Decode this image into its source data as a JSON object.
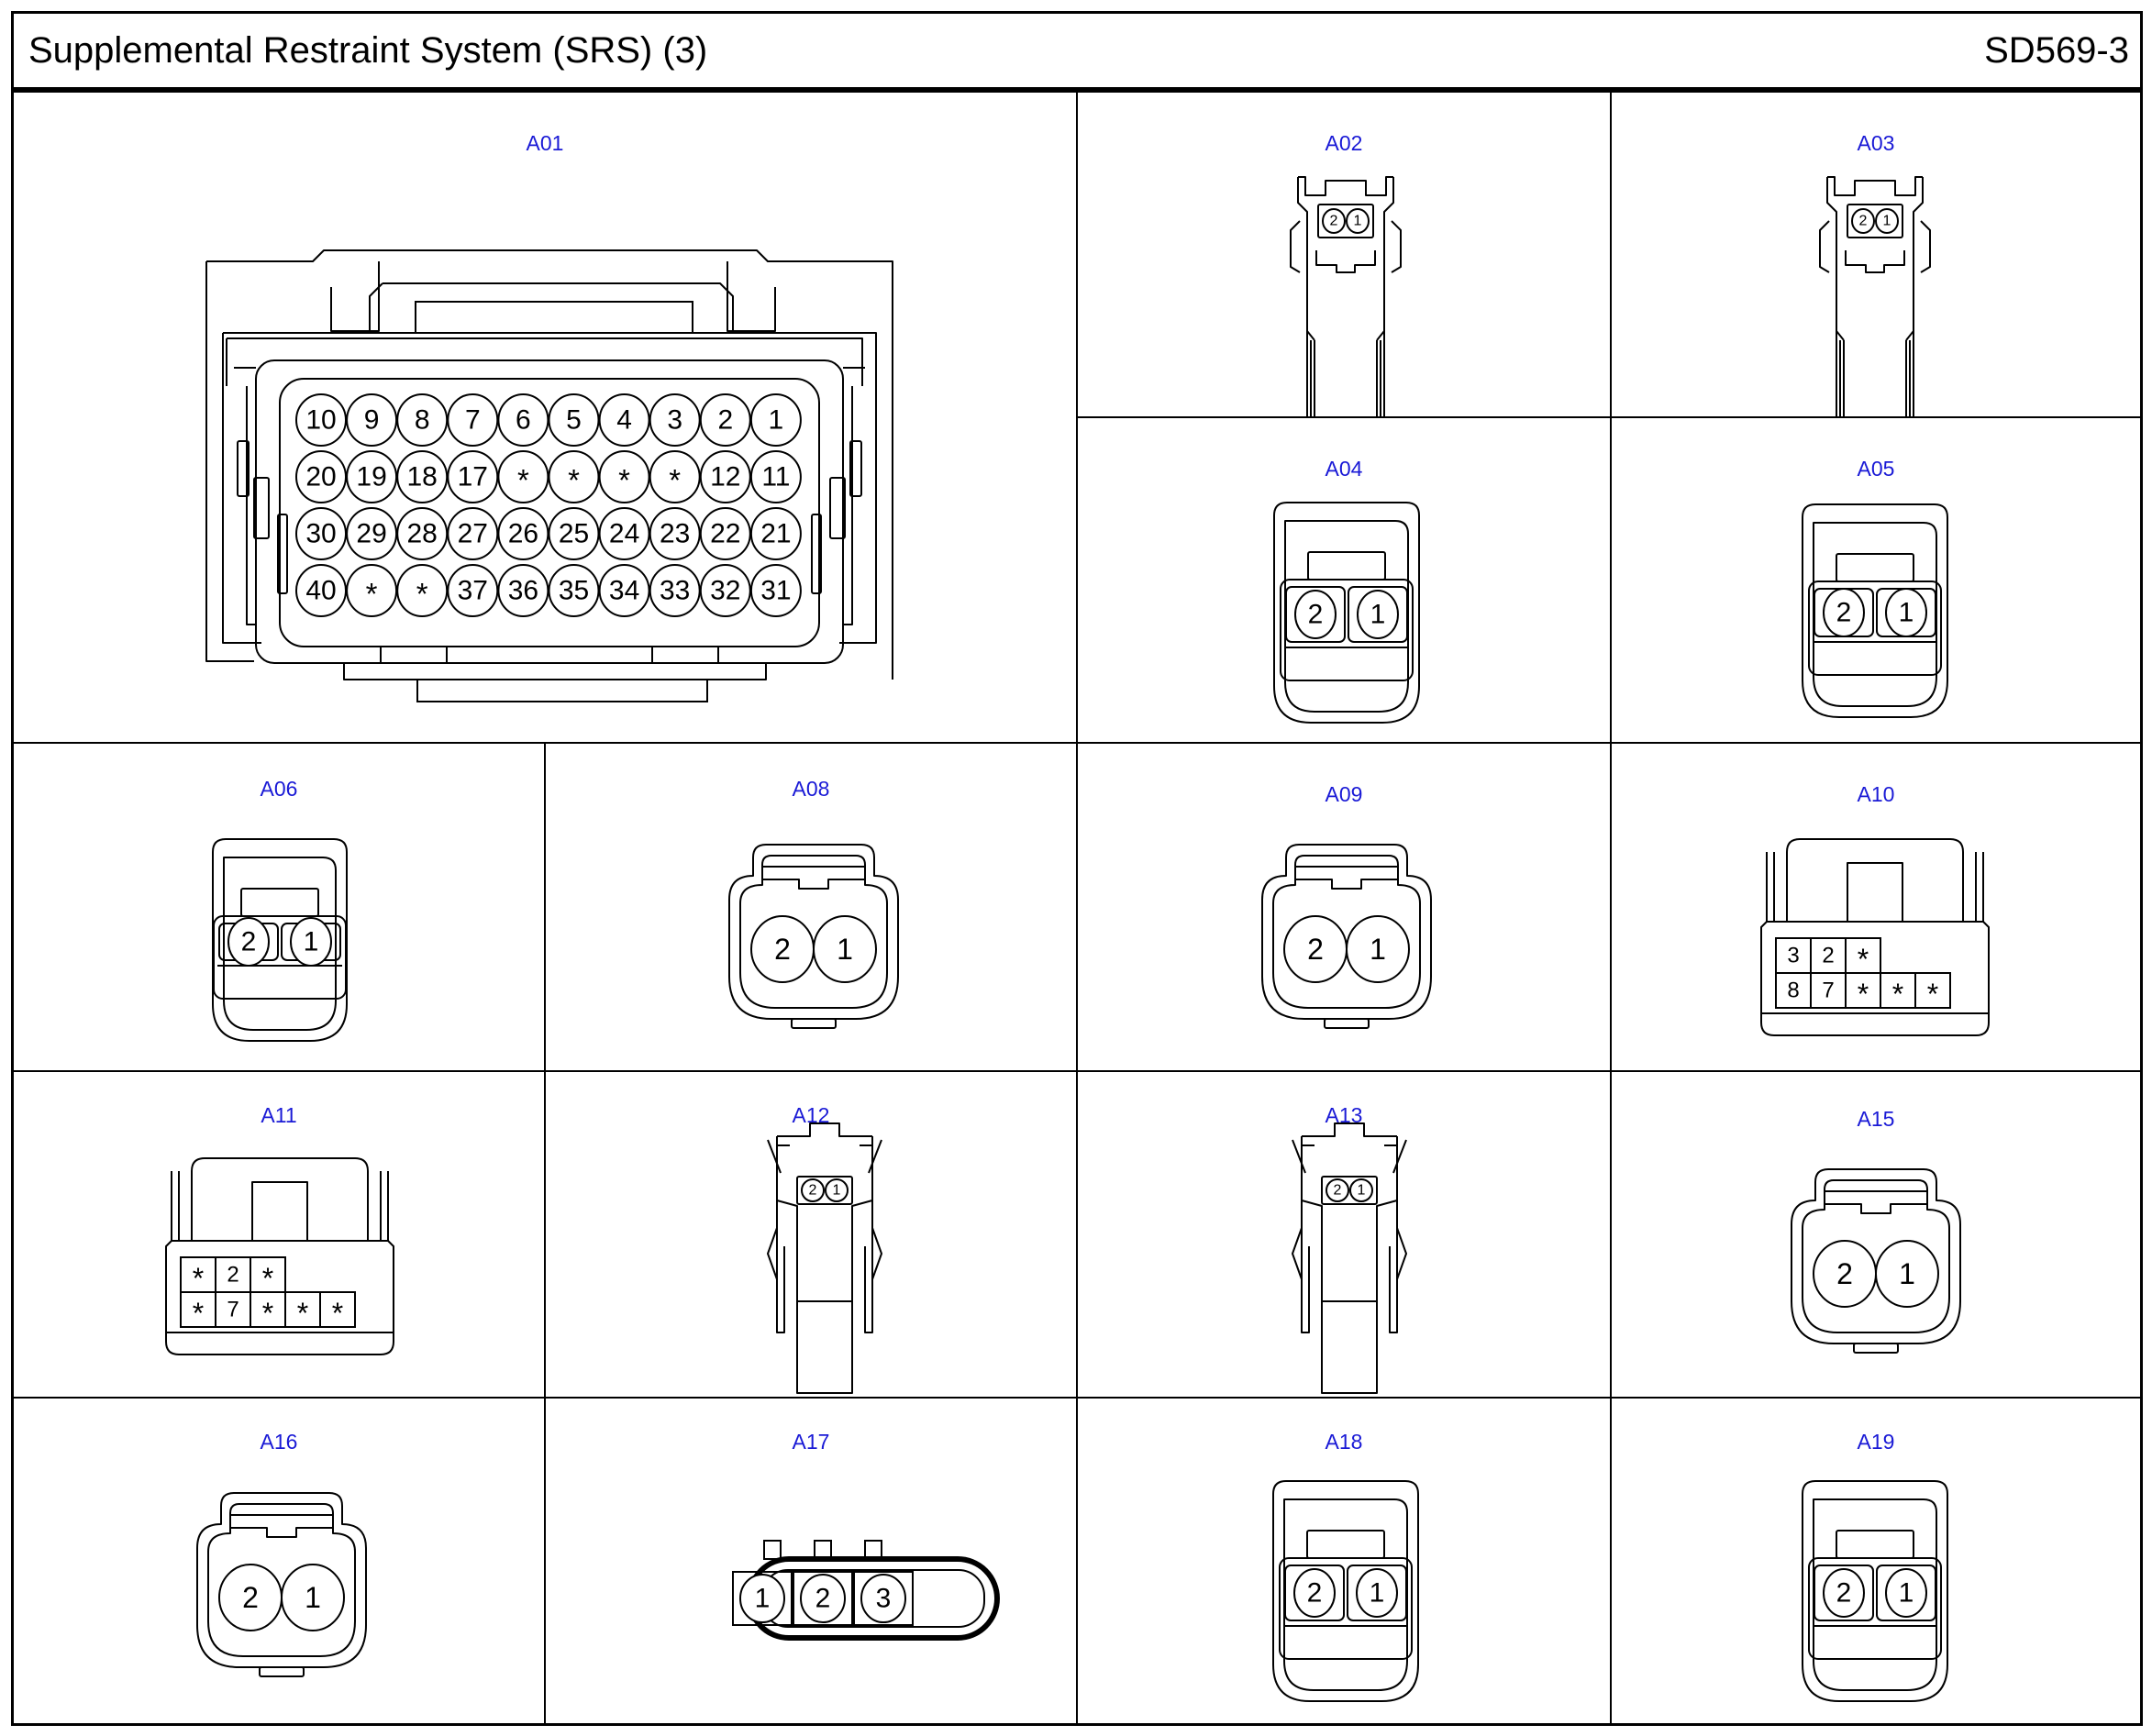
{
  "header": {
    "title": "Supplemental Restraint System (SRS) (3)",
    "page_id": "SD569-3"
  },
  "connectors": {
    "A01": {
      "label": "A01",
      "pins": [
        [
          "10",
          "9",
          "8",
          "7",
          "6",
          "5",
          "4",
          "3",
          "2",
          "1"
        ],
        [
          "20",
          "19",
          "18",
          "17",
          "*",
          "*",
          "*",
          "*",
          "12",
          "11"
        ],
        [
          "30",
          "29",
          "28",
          "27",
          "26",
          "25",
          "24",
          "23",
          "22",
          "21"
        ],
        [
          "40",
          "*",
          "*",
          "37",
          "36",
          "35",
          "34",
          "33",
          "32",
          "31"
        ]
      ]
    },
    "A02": {
      "label": "A02",
      "pins": [
        "2",
        "1"
      ]
    },
    "A03": {
      "label": "A03",
      "pins": [
        "2",
        "1"
      ]
    },
    "A04": {
      "label": "A04",
      "pins": [
        "2",
        "1"
      ]
    },
    "A05": {
      "label": "A05",
      "pins": [
        "2",
        "1"
      ]
    },
    "A06": {
      "label": "A06",
      "pins": [
        "2",
        "1"
      ]
    },
    "A08": {
      "label": "A08",
      "pins": [
        "2",
        "1"
      ]
    },
    "A09": {
      "label": "A09",
      "pins": [
        "2",
        "1"
      ]
    },
    "A10": {
      "label": "A10",
      "pins": [
        [
          "3",
          "2",
          "*"
        ],
        [
          "8",
          "7",
          "*",
          "*",
          "*"
        ]
      ]
    },
    "A11": {
      "label": "A11",
      "pins": [
        [
          "*",
          "2",
          "*"
        ],
        [
          "*",
          "7",
          "*",
          "*",
          "*"
        ]
      ]
    },
    "A12": {
      "label": "A12",
      "pins": [
        "2",
        "1"
      ]
    },
    "A13": {
      "label": "A13",
      "pins": [
        "2",
        "1"
      ]
    },
    "A15": {
      "label": "A15",
      "pins": [
        "2",
        "1"
      ]
    },
    "A16": {
      "label": "A16",
      "pins": [
        "2",
        "1"
      ]
    },
    "A17": {
      "label": "A17",
      "pins": [
        "1",
        "2",
        "3"
      ]
    },
    "A18": {
      "label": "A18",
      "pins": [
        "2",
        "1"
      ]
    },
    "A19": {
      "label": "A19",
      "pins": [
        "2",
        "1"
      ]
    }
  }
}
